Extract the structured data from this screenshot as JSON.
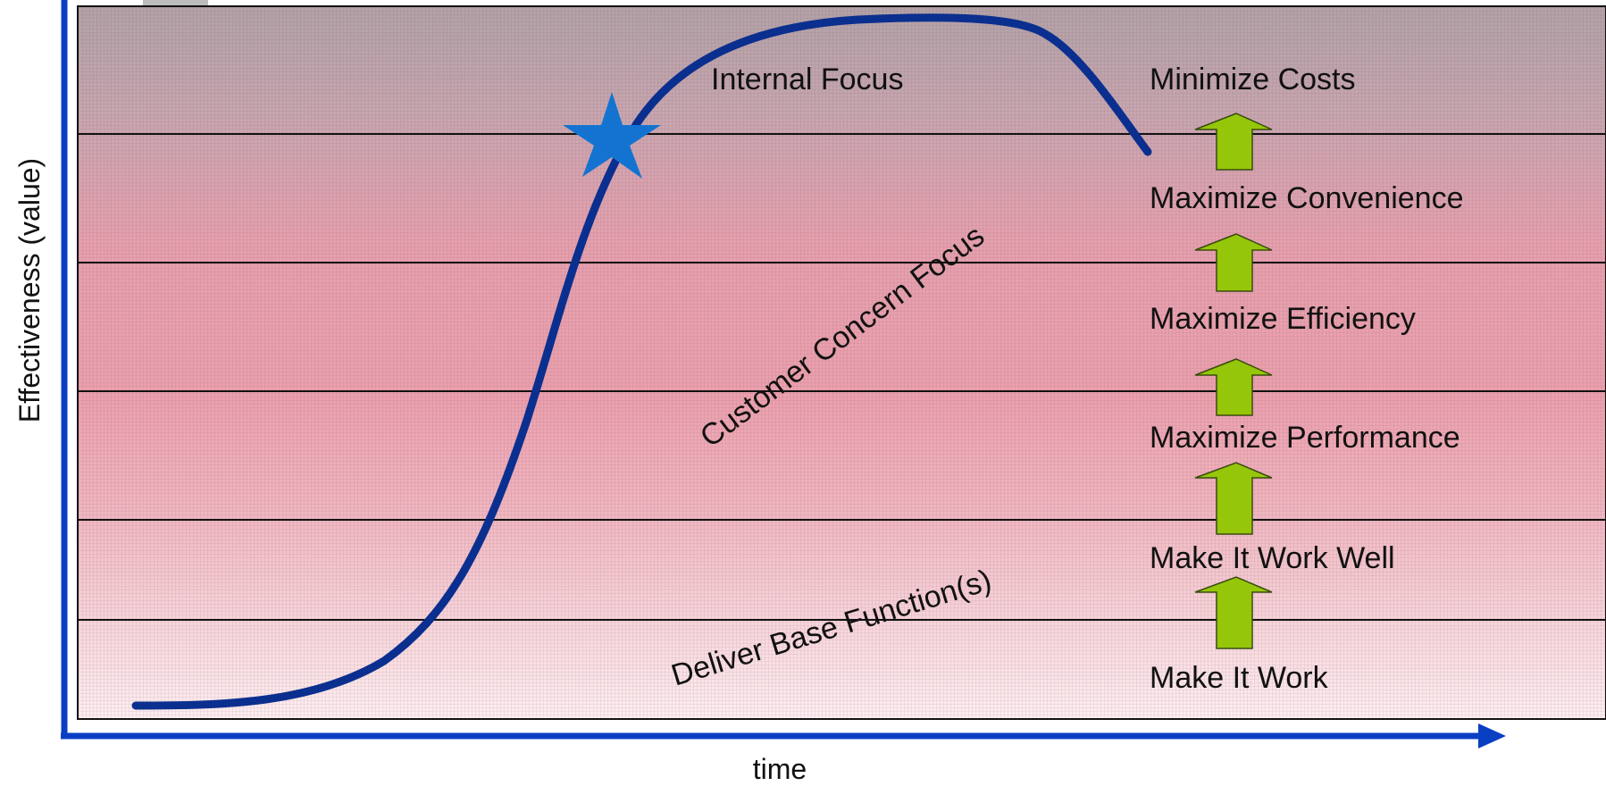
{
  "axes": {
    "y_label": "Effectiveness (value)",
    "x_label": "time"
  },
  "stages": [
    {
      "label": "Minimize Costs"
    },
    {
      "label": "Maximize Convenience"
    },
    {
      "label": "Maximize Efficiency"
    },
    {
      "label": "Maximize Performance"
    },
    {
      "label": "Make It Work Well"
    },
    {
      "label": "Make It Work"
    }
  ],
  "focus_labels": {
    "internal": "Internal Focus",
    "customer": "Customer Concern Focus",
    "base": "Deliver Base Function(s)"
  },
  "colors": {
    "axis": "#0a3fc4",
    "curve": "#0b2f8f",
    "star": "#1473d1",
    "arrow_fill": "#96c60a",
    "arrow_stroke": "#3a4a10",
    "band_line": "#111111"
  },
  "icons": {
    "progress_arrow": "up-arrow-icon",
    "milestone": "star-icon"
  }
}
